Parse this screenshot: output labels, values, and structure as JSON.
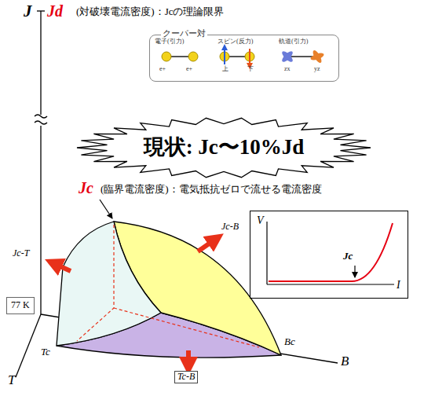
{
  "diagram": {
    "nodes": [
      {
        "text": [
          "クーパー対",
          "電子(引力)",
          "スピン(反力)",
          "軌道(引力)",
          "e+",
          "e+",
          "上",
          "下",
          "zx",
          "yz"
        ]
      },
      {
        "text": [
          "現状: Jc〜10%Jd"
        ]
      },
      {
        "text": [
          "V",
          "I",
          "Jc"
        ]
      },
      {
        "text": [
          "77 K"
        ]
      }
    ],
    "labels": [
      "J",
      "Jd",
      "(対破壊電流密度)：Jcの理論限界",
      "Jc",
      "(臨界電流密度)：電気抵抗ゼロで流せる電流密度",
      "Jc-T",
      "Jc-B",
      "Tc-B",
      "Tc",
      "Bc",
      "B",
      "T"
    ]
  }
}
